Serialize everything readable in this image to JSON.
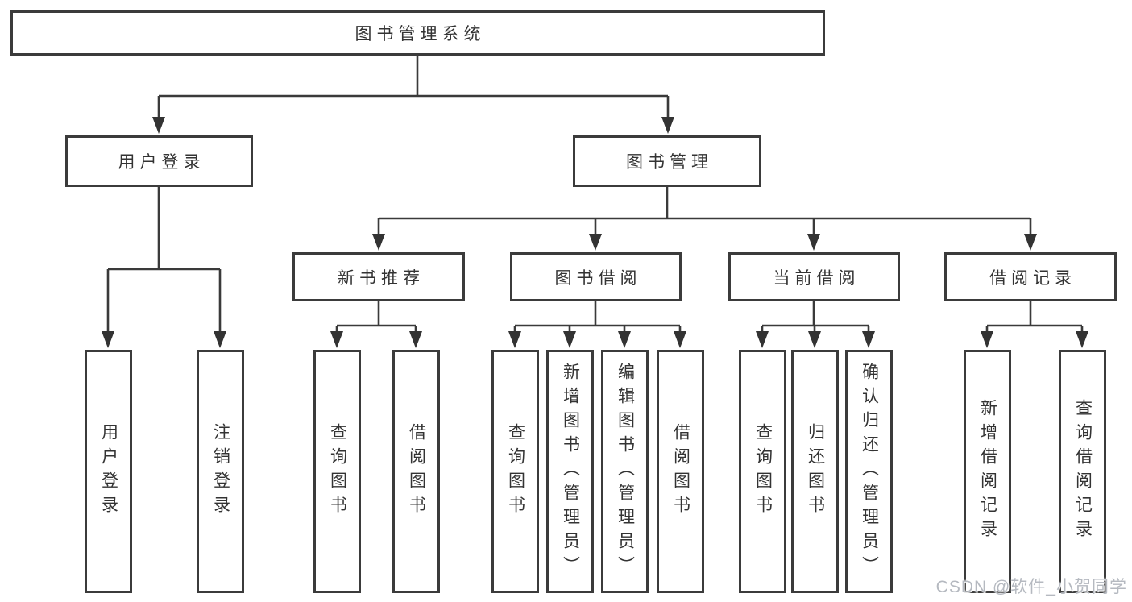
{
  "tree": {
    "label": "图书管理系统",
    "children": [
      {
        "label": "用户登录",
        "children": [
          {
            "label": "用户登录"
          },
          {
            "label": "注销登录"
          }
        ]
      },
      {
        "label": "图书管理",
        "children": [
          {
            "label": "新书推荐",
            "children": [
              {
                "label": "查询图书"
              },
              {
                "label": "借阅图书"
              }
            ]
          },
          {
            "label": "图书借阅",
            "children": [
              {
                "label": "查询图书"
              },
              {
                "label": "新增图书（管理员）"
              },
              {
                "label": "编辑图书（管理员）"
              },
              {
                "label": "借阅图书"
              }
            ]
          },
          {
            "label": "当前借阅",
            "children": [
              {
                "label": "查询图书"
              },
              {
                "label": "归还图书"
              },
              {
                "label": "确认归还（管理员）"
              }
            ]
          },
          {
            "label": "借阅记录",
            "children": [
              {
                "label": "新增借阅记录"
              },
              {
                "label": "查询借阅记录"
              }
            ]
          }
        ]
      }
    ]
  },
  "watermark": "CSDN @软件_小贺同学",
  "colors": {
    "line": "#3a3a3a",
    "box_border": "#3b3b3b",
    "text": "#333333",
    "background": "#ffffff",
    "watermark": "#b5b9c0"
  }
}
